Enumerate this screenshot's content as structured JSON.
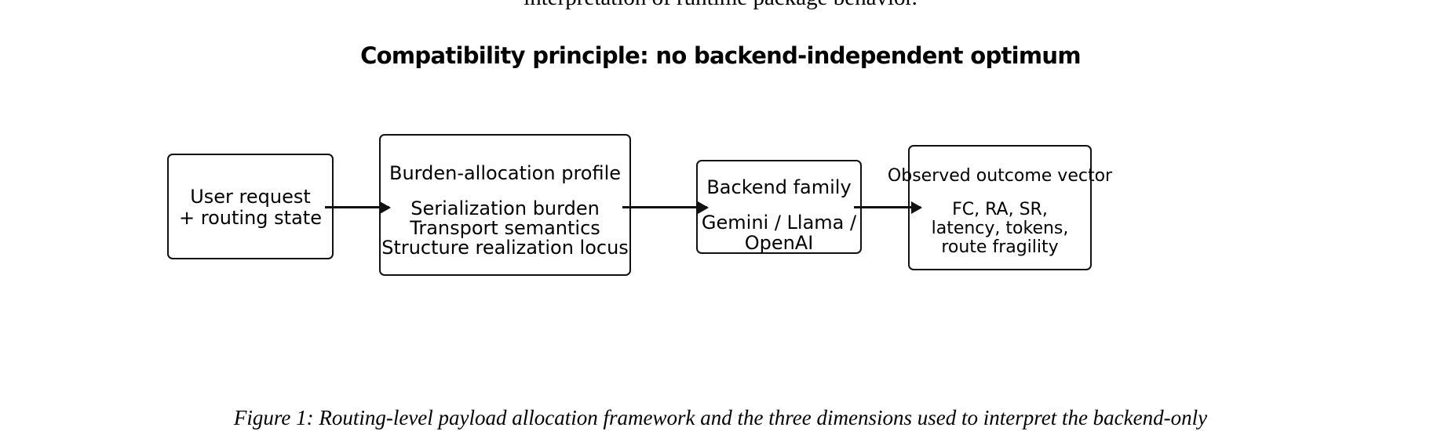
{
  "page": {
    "background_color": "#ffffff",
    "stroke_color": "#111111",
    "text_color": "#000000",
    "body_text_top": "interpretation of runtime package behavior."
  },
  "figure": {
    "title": "Compatibility principle: no backend-independent optimum",
    "caption": "Figure 1: Routing-level payload allocation framework and the three dimensions used to interpret the backend-only"
  },
  "diagram": {
    "type": "flow",
    "direction": "left-to-right",
    "nodes": [
      {
        "id": "user-request",
        "title": "User request",
        "subtitle": "+ routing state",
        "shape": "rounded-rect"
      },
      {
        "id": "burden-profile",
        "title": "Burden-allocation profile",
        "subtitle": "Serialization burden\nTransport semantics\nStructure realization locus",
        "shape": "rounded-rect"
      },
      {
        "id": "backend-family",
        "title": "Backend family",
        "subtitle": "Gemini / Llama /\nOpenAI",
        "shape": "rounded-rect"
      },
      {
        "id": "outcome-vector",
        "title": "Observed outcome vector",
        "subtitle": "FC, RA, SR,\nlatency, tokens,\nroute fragility",
        "shape": "rounded-rect"
      }
    ],
    "edges": [
      {
        "id": "edge-1",
        "from": "user-request",
        "to": "burden-profile",
        "style": "arrow"
      },
      {
        "id": "edge-2",
        "from": "burden-profile",
        "to": "backend-family",
        "style": "arrow"
      },
      {
        "id": "edge-3",
        "from": "backend-family",
        "to": "outcome-vector",
        "style": "arrow"
      }
    ]
  }
}
